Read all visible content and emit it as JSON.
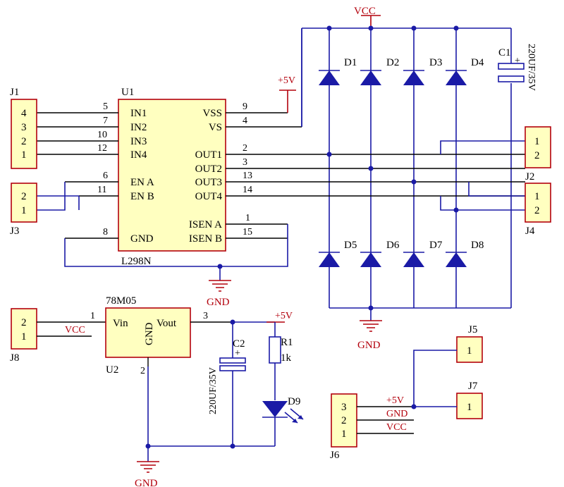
{
  "rails": {
    "vcc_top": "VCC",
    "p5v_vss": "+5V",
    "gnd": "GND",
    "vcc": "VCC",
    "p5v": "+5V"
  },
  "j1": {
    "ref": "J1",
    "pins": [
      "4",
      "3",
      "2",
      "1"
    ]
  },
  "j3": {
    "ref": "J3",
    "pins": [
      "2",
      "1"
    ]
  },
  "j2": {
    "ref": "J2",
    "pins": [
      "1",
      "2"
    ]
  },
  "j4": {
    "ref": "J4",
    "pins": [
      "1",
      "2"
    ]
  },
  "j8": {
    "ref": "J8",
    "pins": [
      "2",
      "1"
    ]
  },
  "j5": {
    "ref": "J5",
    "pins": [
      "1"
    ]
  },
  "j7": {
    "ref": "J7",
    "pins": [
      "1"
    ]
  },
  "j6": {
    "ref": "J6",
    "pins": [
      "3",
      "2",
      "1"
    ]
  },
  "u1": {
    "ref": "U1",
    "part": "L298N",
    "left_pins": [
      {
        "num": "5",
        "name": "IN1"
      },
      {
        "num": "7",
        "name": "IN2"
      },
      {
        "num": "10",
        "name": "IN3"
      },
      {
        "num": "12",
        "name": "IN4"
      },
      {
        "num": "6",
        "name": "EN A"
      },
      {
        "num": "11",
        "name": "EN B"
      },
      {
        "num": "8",
        "name": "GND"
      }
    ],
    "right_pins": [
      {
        "num": "9",
        "name": "VSS"
      },
      {
        "num": "4",
        "name": "VS"
      },
      {
        "num": "2",
        "name": "OUT1"
      },
      {
        "num": "3",
        "name": "OUT2"
      },
      {
        "num": "13",
        "name": "OUT3"
      },
      {
        "num": "14",
        "name": "OUT4"
      },
      {
        "num": "1",
        "name": "ISEN A"
      },
      {
        "num": "15",
        "name": "ISEN B"
      }
    ]
  },
  "u2": {
    "ref": "U2",
    "part": "78M05",
    "vin": "Vin",
    "gnd": "GND",
    "vout": "Vout",
    "pin_in": "1",
    "pin_out": "3",
    "pin_gnd": "2"
  },
  "diodes": {
    "top": [
      "D1",
      "D2",
      "D3",
      "D4"
    ],
    "bottom": [
      "D5",
      "D6",
      "D7",
      "D8"
    ],
    "led": "D9"
  },
  "c1": {
    "ref": "C1",
    "value": "220UF/35V",
    "plus": "+"
  },
  "c2": {
    "ref": "C2",
    "value": "220UF/35V",
    "plus": "+"
  },
  "r1": {
    "ref": "R1",
    "value": "1k"
  },
  "j6_nets": [
    "+5V",
    "GND",
    "VCC"
  ]
}
